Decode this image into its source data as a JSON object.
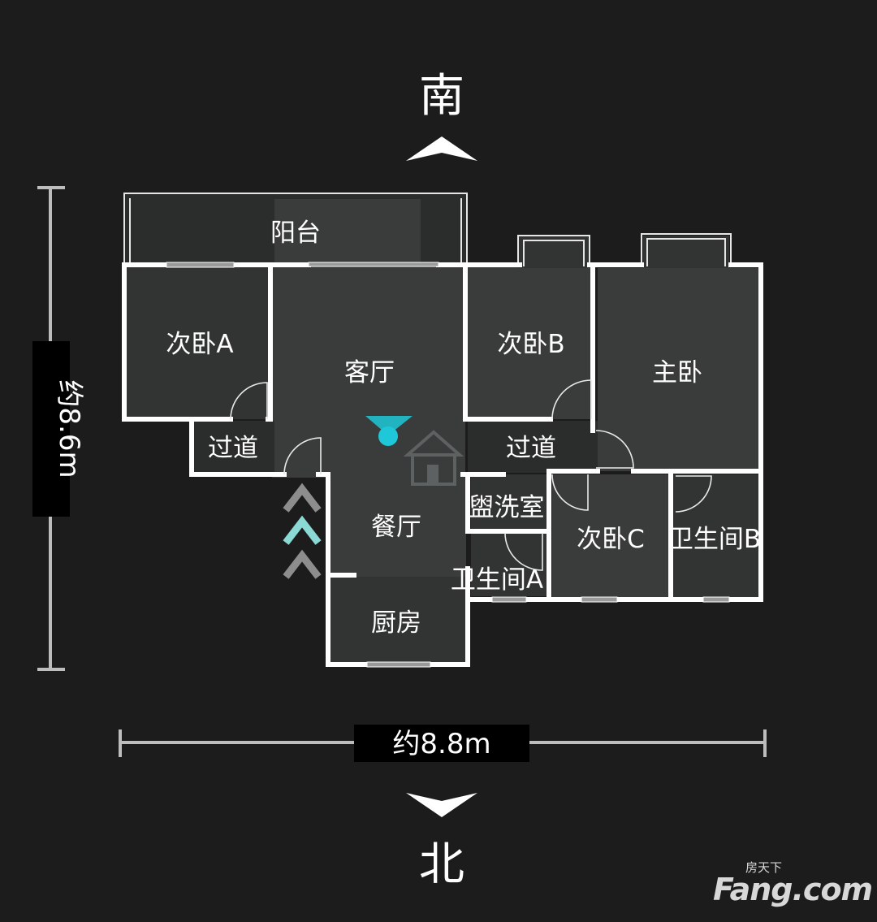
{
  "compass": {
    "top": "南",
    "bottom": "北"
  },
  "dimensions": {
    "height": "约8.6m",
    "width": "约8.8m"
  },
  "rooms": {
    "balcony": "阳台",
    "bedroom_a": "次卧A",
    "living_room": "客厅",
    "bedroom_b": "次卧B",
    "master_bedroom": "主卧",
    "corridor_left": "过道",
    "corridor_right": "过道",
    "washroom": "盥洗室",
    "dining_room": "餐厅",
    "bedroom_c": "次卧C",
    "bathroom_b": "卫生间B",
    "bathroom_a": "卫生间A",
    "kitchen": "厨房"
  },
  "watermark": {
    "main": "Fang.com",
    "sub": "房天下"
  },
  "icons": {
    "position_marker": "location-dot-icon",
    "north_arrow": "chevron-up-icon",
    "south_arrow": "chevron-down-icon",
    "nav_arrows": "double-chevron-up-icon"
  },
  "colors": {
    "background": "#1c1c1d",
    "walls": "#ffffff",
    "marker": "#1ec8d8"
  }
}
